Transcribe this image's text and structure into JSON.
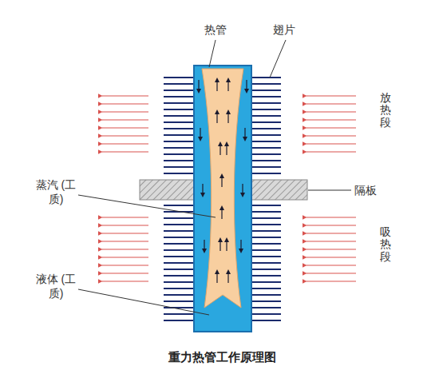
{
  "diagram": {
    "caption": "重力热管工作原理图",
    "labels": [
      "热管",
      "翅片",
      "放热段",
      "蒸汽 (工质)",
      "隔板",
      "吸热段",
      "液体 (工质)"
    ]
  }
}
